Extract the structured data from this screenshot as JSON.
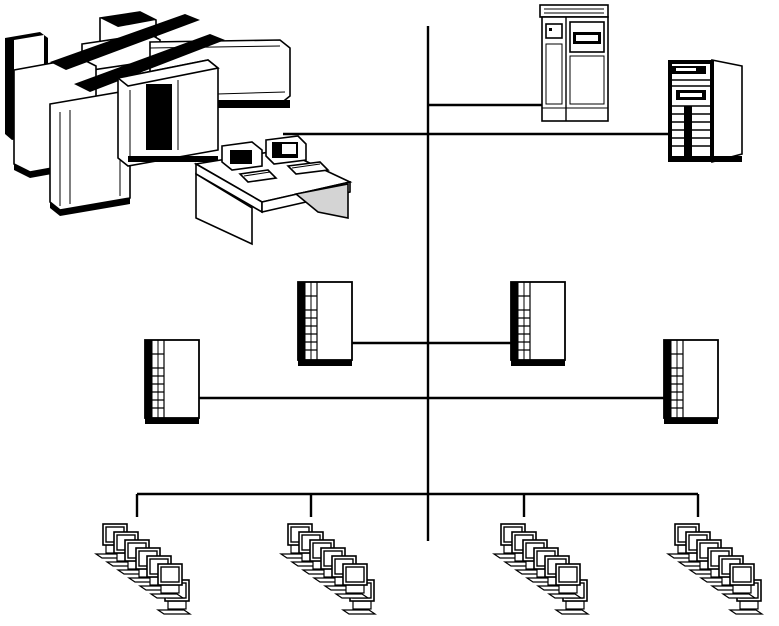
{
  "diagram": {
    "kind": "network-topology",
    "line_color": "#000000",
    "fill_color": "#ffffff",
    "shade_color": "#d4d4d4",
    "nodes": [
      {
        "id": "mainframe",
        "icon": "mainframe-computer-icon"
      },
      {
        "id": "operator-console",
        "icon": "console-desk-icon"
      },
      {
        "id": "minicomputer",
        "icon": "minicomputer-cabinet-icon"
      },
      {
        "id": "server-rack",
        "icon": "server-rack-icon"
      },
      {
        "id": "tower-server-1",
        "icon": "tower-server-icon"
      },
      {
        "id": "tower-server-2",
        "icon": "tower-server-icon"
      },
      {
        "id": "tower-server-3",
        "icon": "tower-server-icon"
      },
      {
        "id": "tower-server-4",
        "icon": "tower-server-icon"
      },
      {
        "id": "workstation-cluster-1",
        "icon": "workstation-cluster-icon",
        "count": 6
      },
      {
        "id": "workstation-cluster-2",
        "icon": "workstation-cluster-icon",
        "count": 6
      },
      {
        "id": "workstation-cluster-3",
        "icon": "workstation-cluster-icon",
        "count": 6
      },
      {
        "id": "workstation-cluster-4",
        "icon": "workstation-cluster-icon",
        "count": 6
      }
    ],
    "links": [
      {
        "from": "backbone",
        "to": "minicomputer"
      },
      {
        "from": "mainframe",
        "to": "server-rack"
      },
      {
        "from": "tower-server-1",
        "to": "tower-server-2"
      },
      {
        "from": "tower-server-3",
        "to": "tower-server-4"
      },
      {
        "from": "backbone",
        "to": "workstation-cluster-1"
      },
      {
        "from": "backbone",
        "to": "workstation-cluster-2"
      },
      {
        "from": "backbone",
        "to": "workstation-cluster-3"
      },
      {
        "from": "backbone",
        "to": "workstation-cluster-4"
      }
    ]
  }
}
